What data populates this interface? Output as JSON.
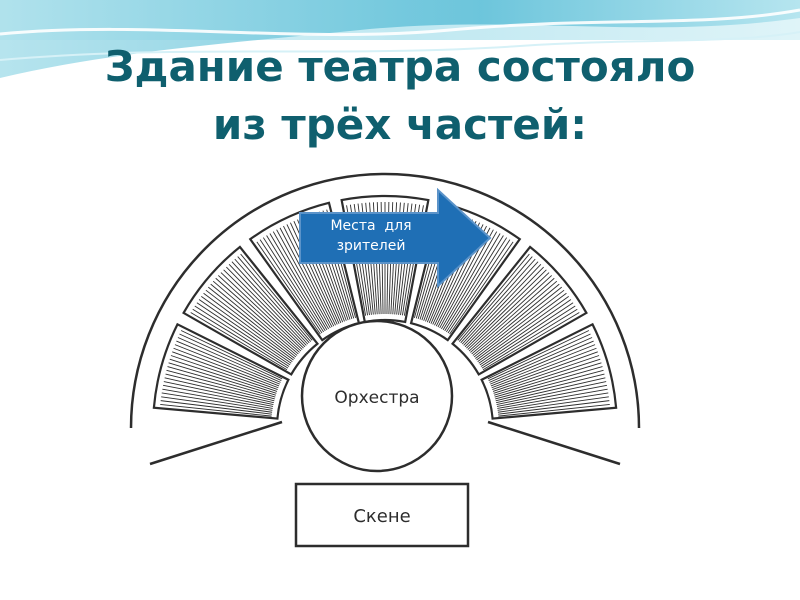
{
  "slide": {
    "title_line1": "Здание театра состояло",
    "title_line2": "из трёх частей:"
  },
  "diagram": {
    "seats_label_line1": "Места  для",
    "seats_label_line2": "зрителей",
    "orchestra_label": "Орхестра",
    "skene_label": "Скене",
    "colors": {
      "title": "#0f5f6e",
      "arrow_fill": "#1f6fb5",
      "line": "#2d2d2d",
      "banner_light": "#cfeef4",
      "banner_mid": "#7fd0e3"
    },
    "icons": [
      "arrow-right-icon"
    ]
  }
}
